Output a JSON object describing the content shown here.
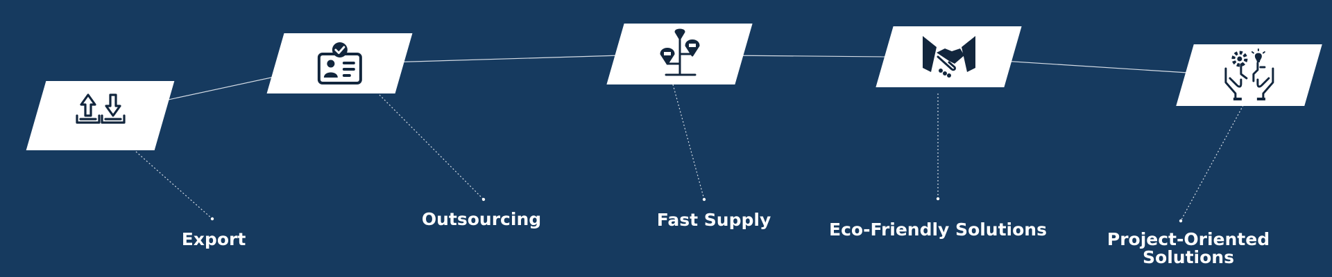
{
  "steps": [
    {
      "label": "Export",
      "icon": "upload-download-icon"
    },
    {
      "label": "Outsourcing",
      "icon": "id-card-check-icon"
    },
    {
      "label": "Fast Supply",
      "icon": "supply-chain-tree-icon"
    },
    {
      "label": "Eco-Friendly Solutions",
      "icon": "handshake-icon"
    },
    {
      "label": "Project-Oriented Solutions",
      "icon": "hands-gear-idea-icon"
    }
  ],
  "colors": {
    "background": "#163a5f",
    "card": "#ffffff",
    "icon": "#12263d",
    "line": "#d6dde6",
    "text": "#ffffff"
  }
}
